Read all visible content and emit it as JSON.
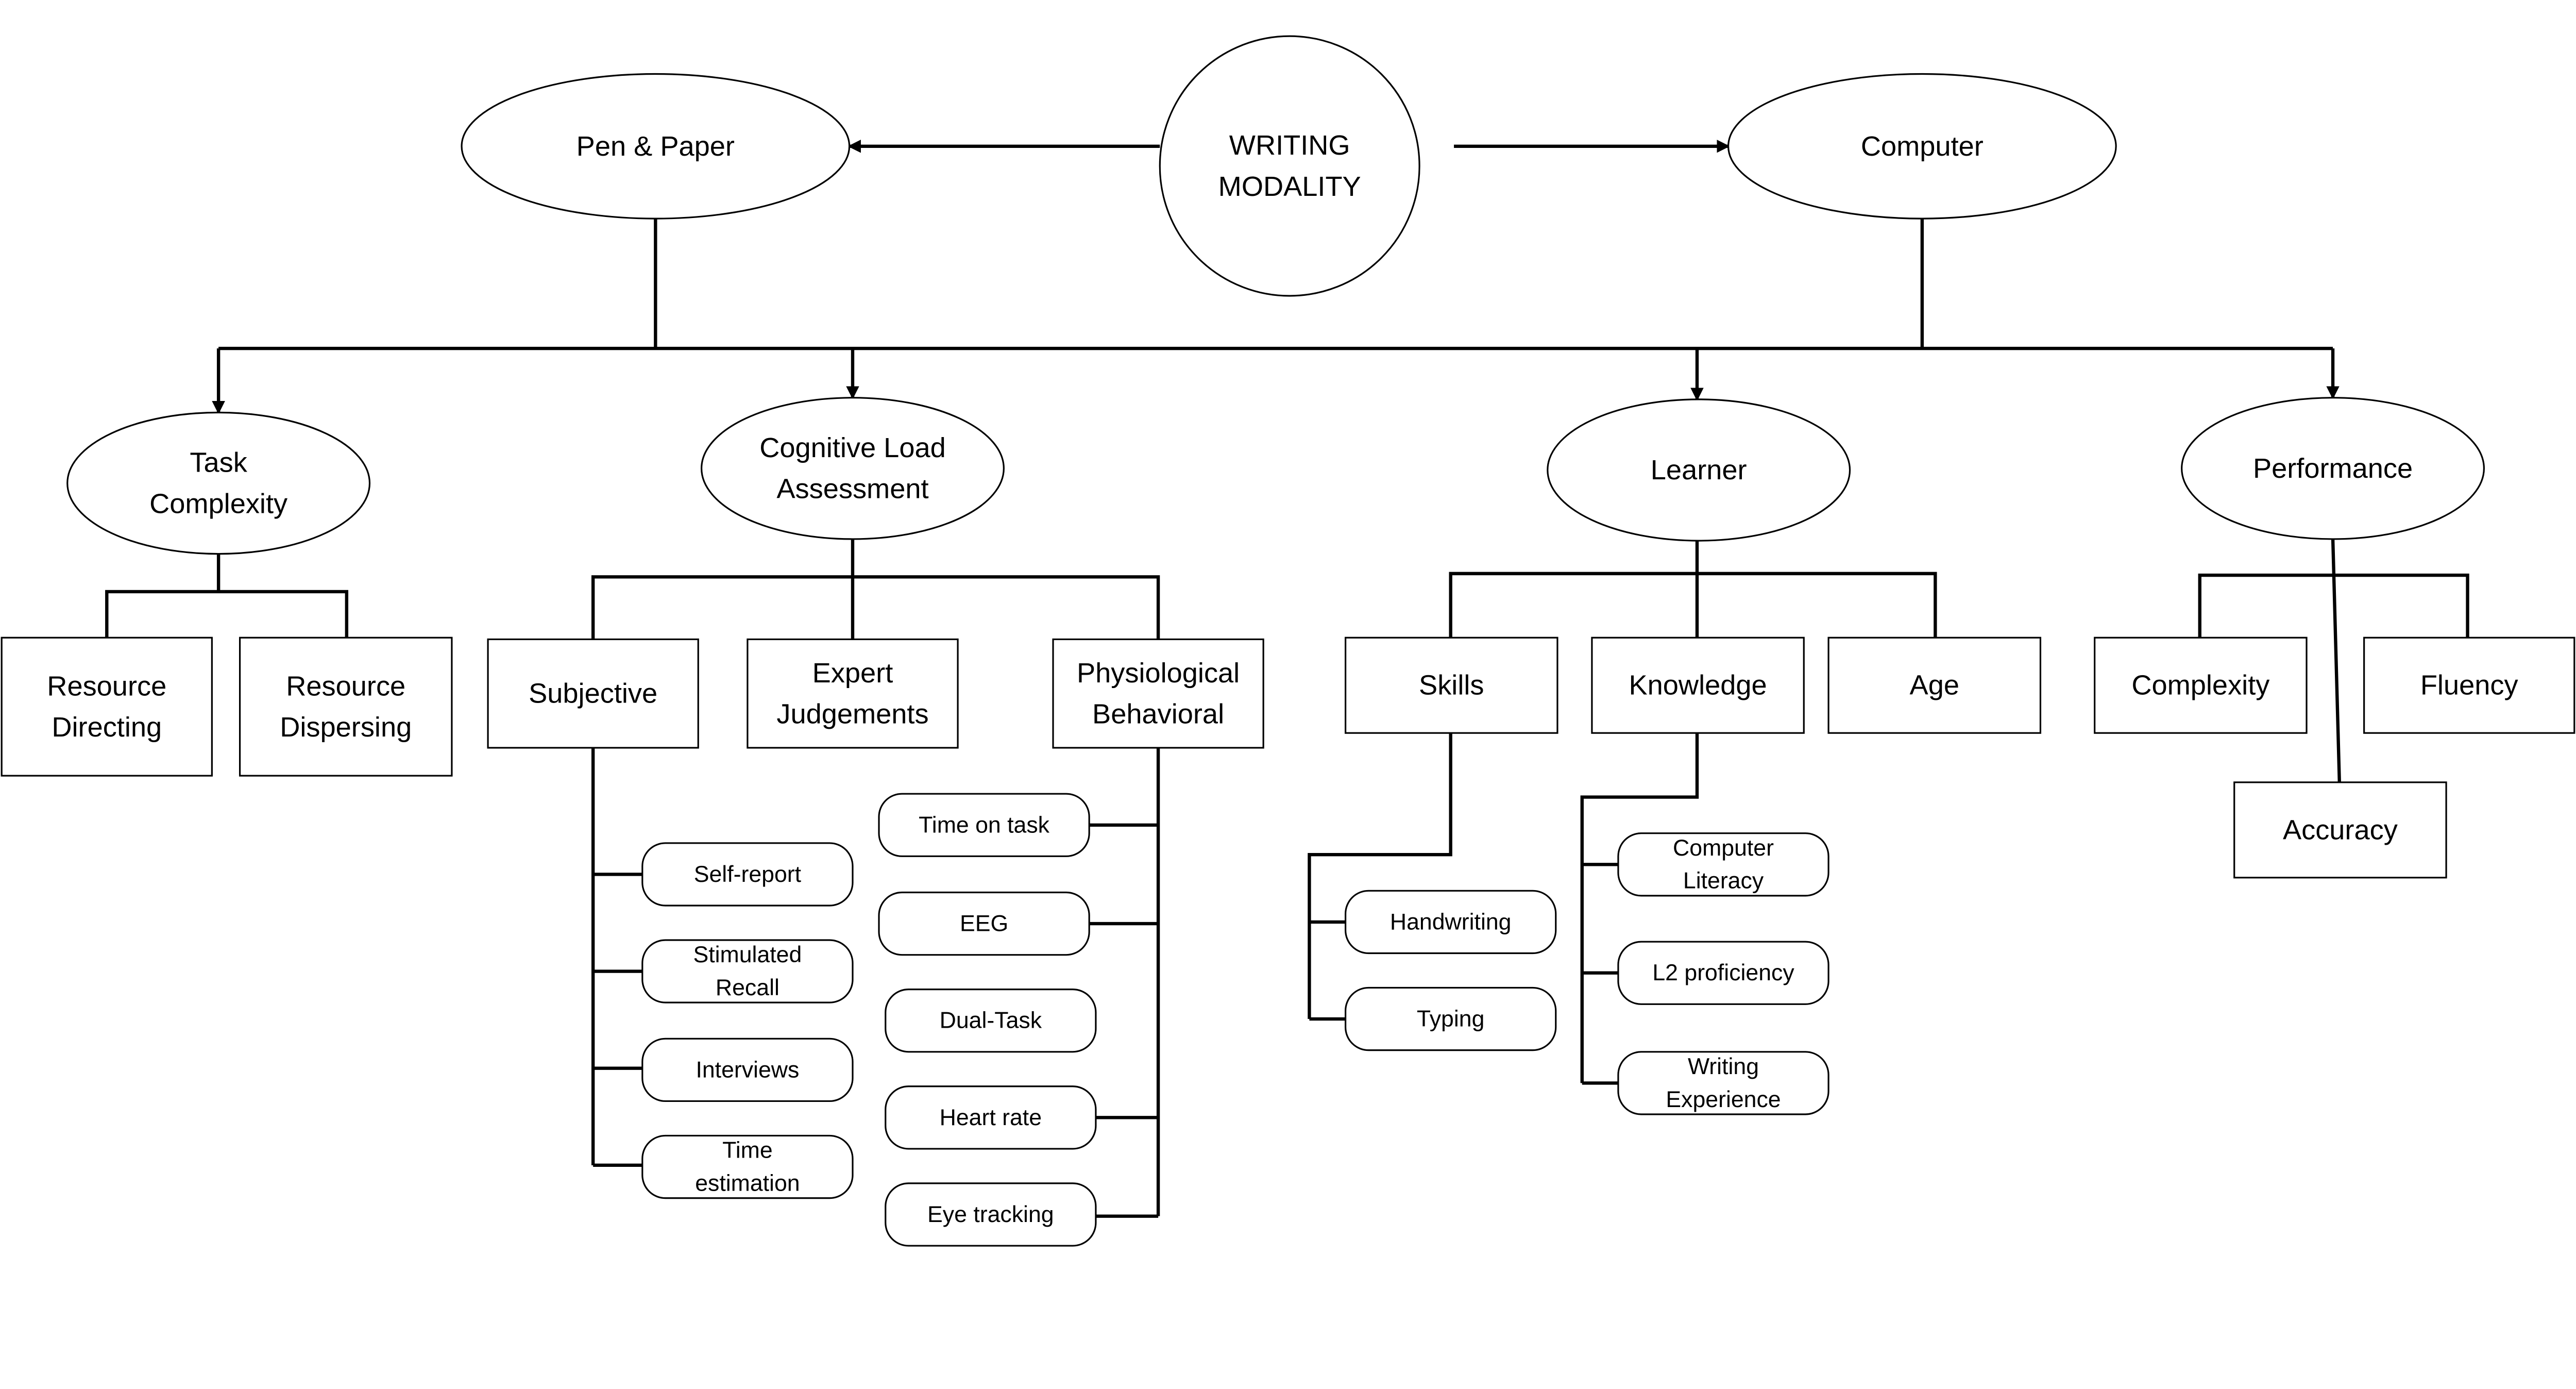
{
  "nodes": {
    "writing_modality": [
      "WRITING",
      "MODALITY"
    ],
    "pen_paper": [
      "Pen & Paper"
    ],
    "computer": [
      "Computer"
    ],
    "task_complexity": [
      "Task",
      "Complexity"
    ],
    "cognitive_load": [
      "Cognitive Load",
      "Assessment"
    ],
    "learner": [
      "Learner"
    ],
    "performance": [
      "Performance"
    ],
    "resource_directing": [
      "Resource",
      "Directing"
    ],
    "resource_dispersing": [
      "Resource",
      "Dispersing"
    ],
    "subjective": [
      "Subjective"
    ],
    "expert_judgements": [
      "Expert",
      "Judgements"
    ],
    "physiological": [
      "Physiological",
      "Behavioral"
    ],
    "self_report": [
      "Self-report"
    ],
    "stimulated_recall": [
      "Stimulated",
      "Recall"
    ],
    "interviews": [
      "Interviews"
    ],
    "time_estimation": [
      "Time",
      "estimation"
    ],
    "time_on_task": [
      "Time on task"
    ],
    "eeg": [
      "EEG"
    ],
    "dual_task": [
      "Dual-Task"
    ],
    "heart_rate": [
      "Heart rate"
    ],
    "eye_tracking": [
      "Eye tracking"
    ],
    "skills": [
      "Skills"
    ],
    "knowledge": [
      "Knowledge"
    ],
    "age": [
      "Age"
    ],
    "handwriting": [
      "Handwriting"
    ],
    "typing": [
      "Typing"
    ],
    "computer_literacy": [
      "Computer",
      "Literacy"
    ],
    "l2_proficiency": [
      "L2 proficiency"
    ],
    "writing_experience": [
      "Writing",
      "Experience"
    ],
    "complexity": [
      "Complexity"
    ],
    "fluency": [
      "Fluency"
    ],
    "accuracy": [
      "Accuracy"
    ]
  },
  "colors": {
    "stroke": "#000000",
    "background": "#ffffff"
  }
}
